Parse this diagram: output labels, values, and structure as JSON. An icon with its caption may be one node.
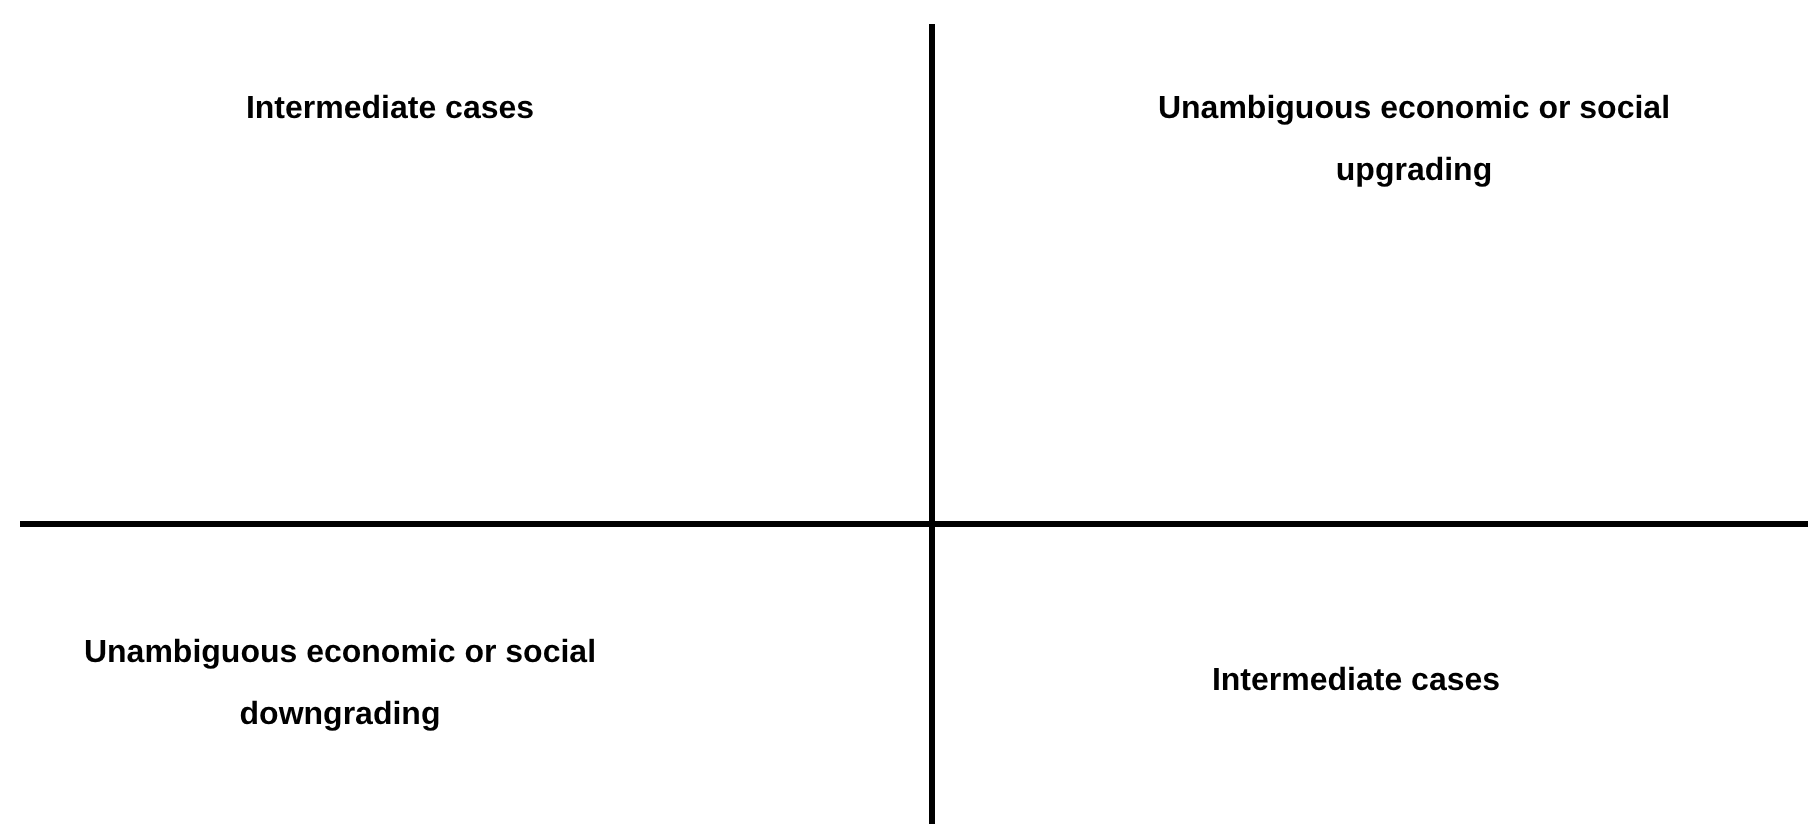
{
  "diagram": {
    "labels": [
      "Intermediate cases",
      "Unambiguous economic or social upgrading",
      "Unambiguous economic or social downgrading",
      "Intermediate cases"
    ]
  }
}
